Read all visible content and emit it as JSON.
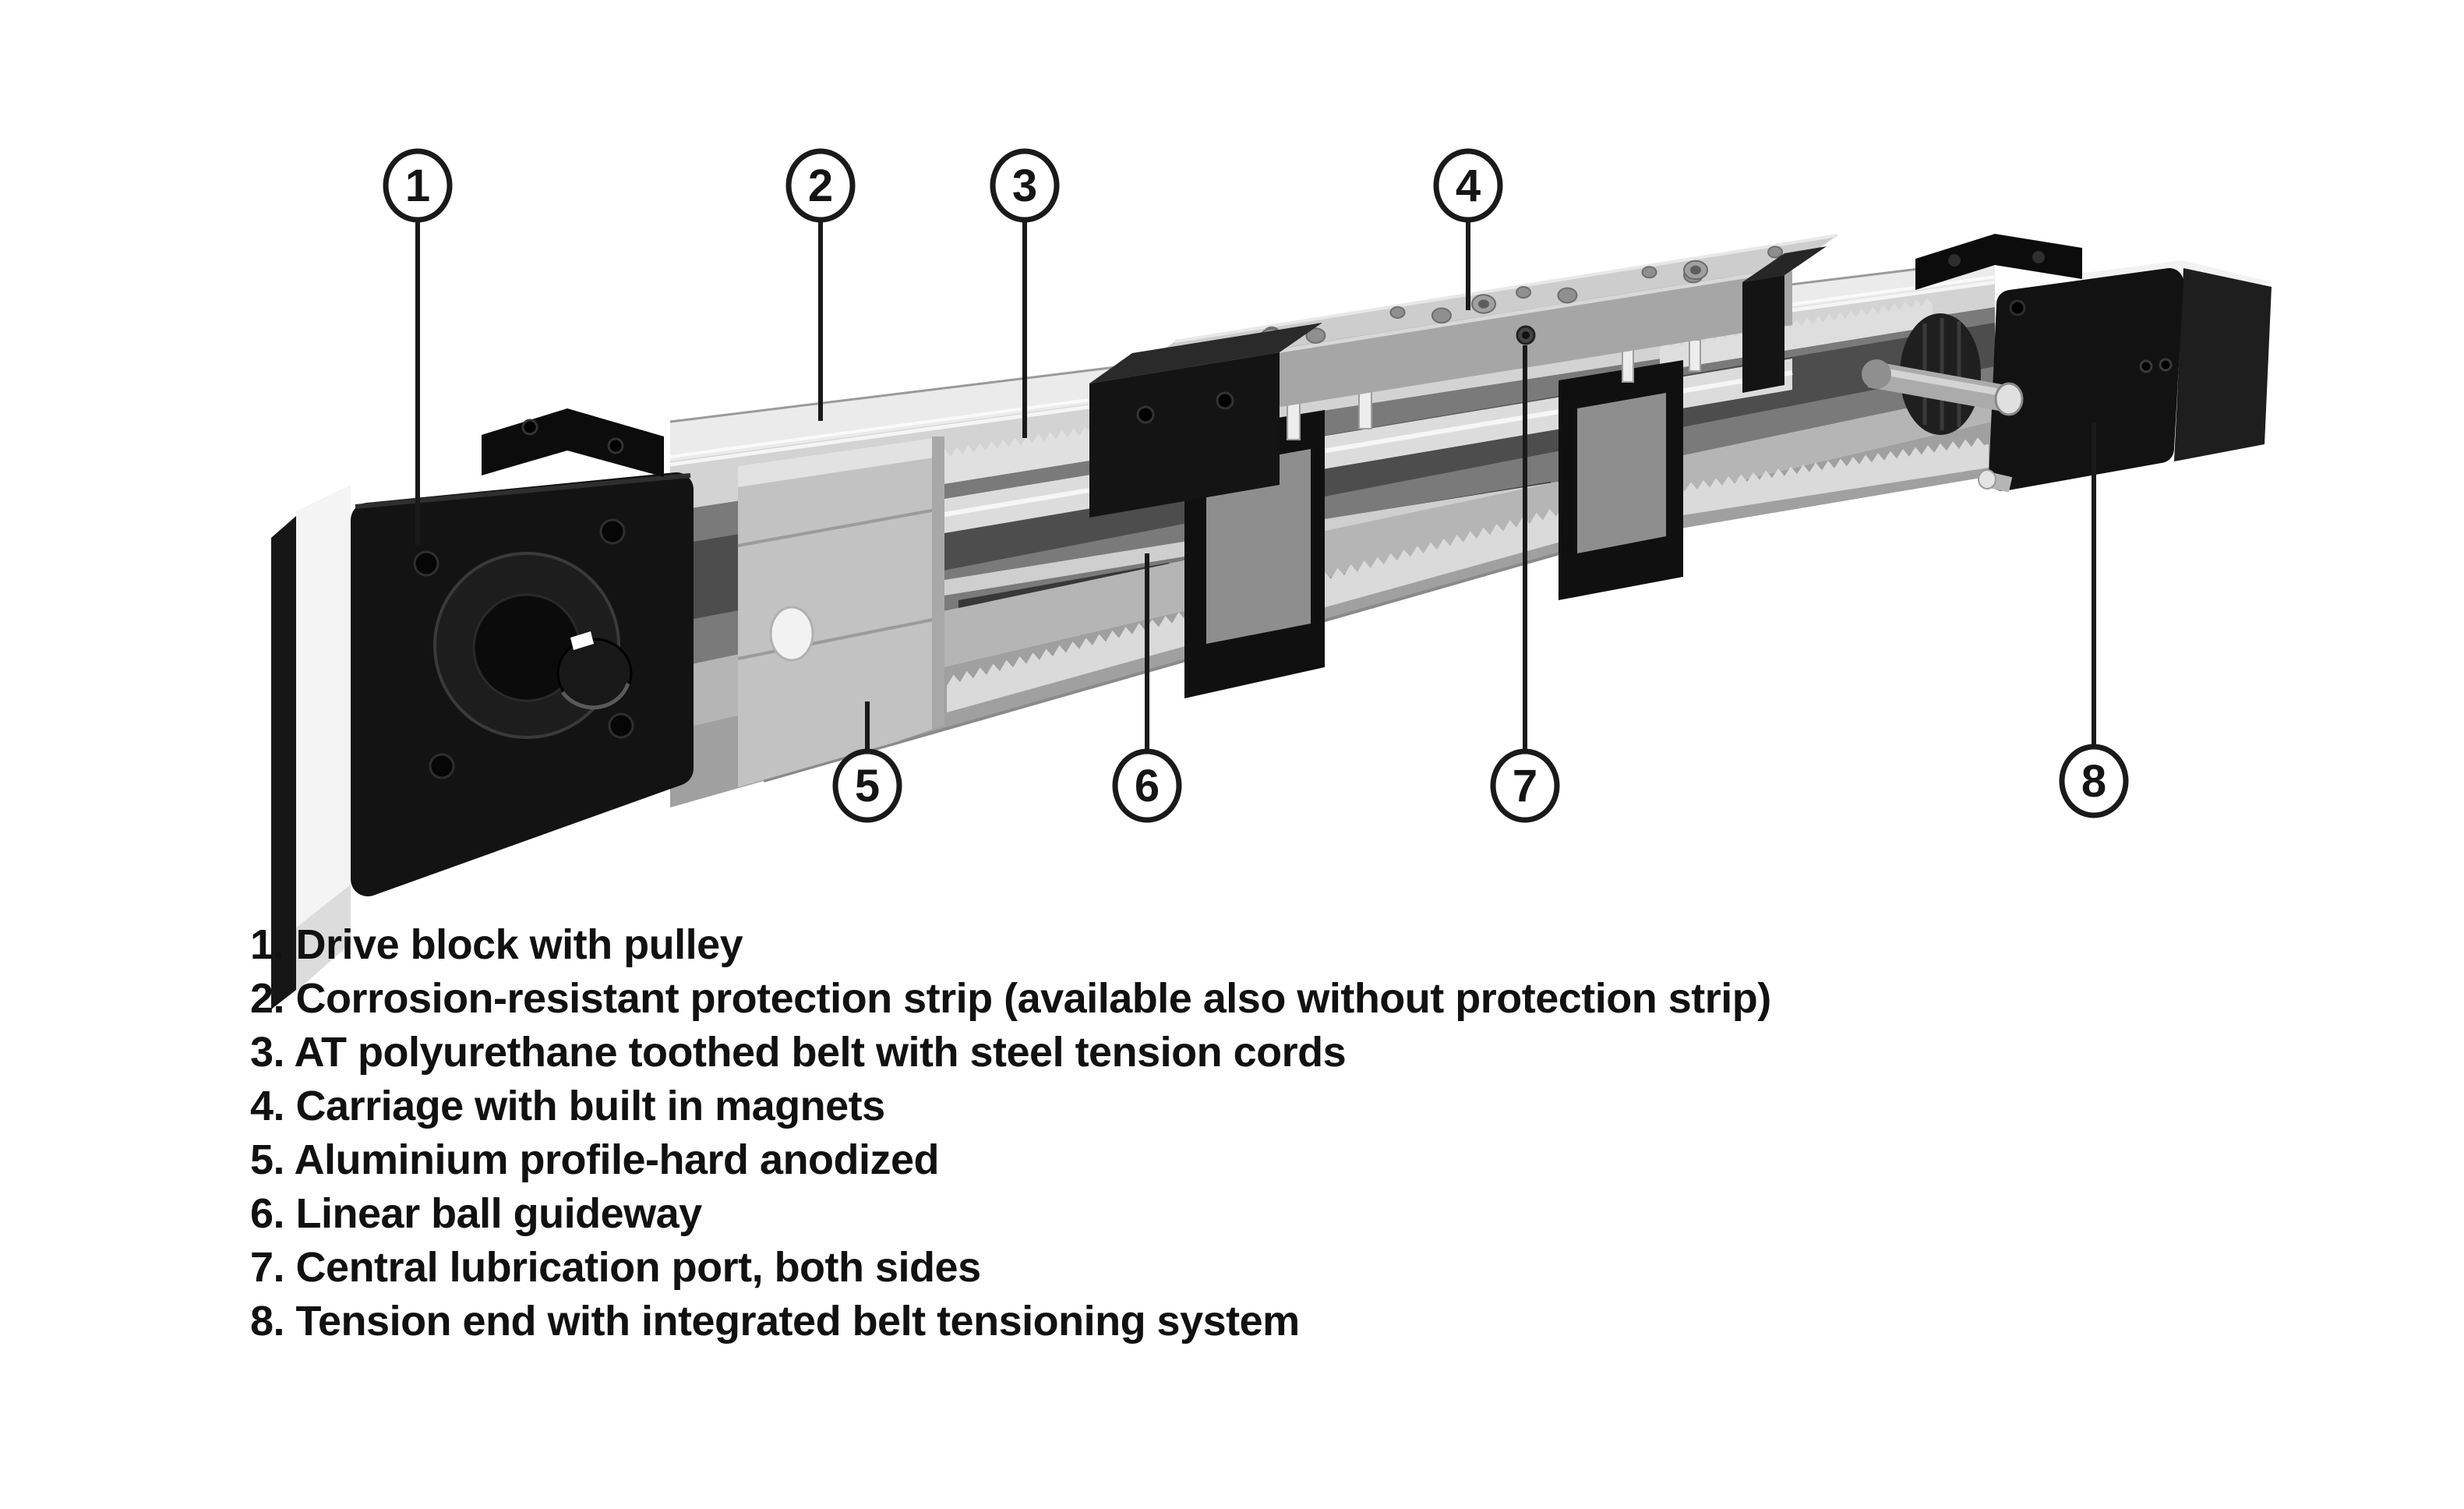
{
  "diagram": {
    "type": "technical-callout-diagram",
    "callouts": [
      "1",
      "2",
      "3",
      "4",
      "5",
      "6",
      "7",
      "8"
    ],
    "legend": {
      "items": [
        "1. Drive block with pulley",
        "2. Corrosion-resistant protection strip (available also without protection strip)",
        "3. AT polyurethane toothed belt with steel tension cords",
        "4. Carriage with built in magnets",
        "5. Aluminium profile-hard anodized",
        "6. Linear ball guideway",
        "7. Central lubrication port, both sides",
        "8. Tension end with integrated belt tensioning system"
      ]
    },
    "colors": {
      "background": "#ffffff",
      "line_art": "#1a1a1a",
      "black_hardware": "#131313",
      "metal_light": "#ececec",
      "metal_mid": "#c2c2c2",
      "metal_dark": "#7a7a7a",
      "white_highlight": "#f4f4f4"
    }
  }
}
